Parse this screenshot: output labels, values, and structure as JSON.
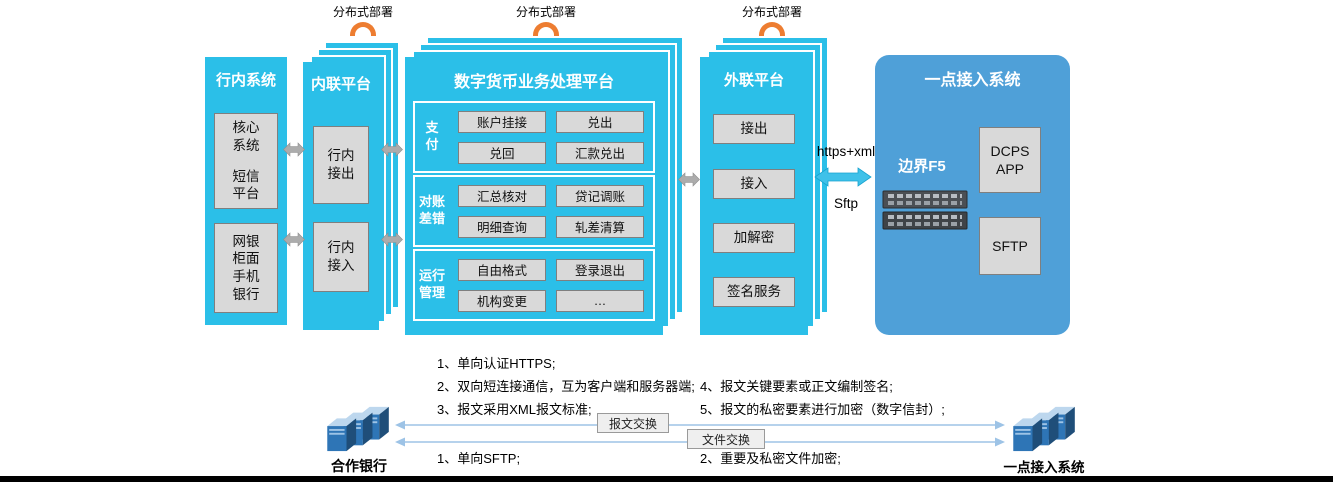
{
  "colors": {
    "cyan": "#2BBFE8",
    "blue": "#4FA0D8",
    "gray_box": "#D9D9D9",
    "orange": "#ED7D31",
    "flow_arrow": "#9DC3E6"
  },
  "deploy_labels": [
    "分布式部署",
    "分布式部署",
    "分布式部署"
  ],
  "inbank": {
    "title": "行内系统",
    "core_top": "核心系统",
    "core_bottom": "短信平台",
    "channels": "网银柜面手机银行"
  },
  "internal_platform": {
    "title": "内联平台",
    "box_out": "行内接出",
    "box_in": "行内接入"
  },
  "dcpp": {
    "title": "数字货币业务处理平台",
    "rows": [
      {
        "label": "支付",
        "buttons": [
          "账户挂接",
          "兑出",
          "兑回",
          "汇款兑出"
        ]
      },
      {
        "label": "对账差错",
        "buttons": [
          "汇总核对",
          "贷记调账",
          "明细查询",
          "轧差清算"
        ]
      },
      {
        "label": "运行管理",
        "buttons": [
          "自由格式",
          "登录退出",
          "机构变更",
          "…"
        ]
      }
    ]
  },
  "external_platform": {
    "title": "外联平台",
    "buttons": [
      "接出",
      "接入",
      "加解密",
      "签名服务"
    ]
  },
  "access_system": {
    "title": "一点接入系统",
    "f5": "边界F5",
    "apps": [
      "DCPS APP",
      "SFTP"
    ]
  },
  "links": {
    "top": "https+xml",
    "bottom": "Sftp"
  },
  "notes": {
    "https": [
      "1、单向认证HTTPS;",
      "2、双向短连接通信，互为客户端和服务器端;",
      "3、报文采用XML报文标准;"
    ],
    "message": [
      "4、报文关键要素或正文编制签名;",
      "5、报文的私密要素进行加密（数字信封）;"
    ],
    "sftp_left": "1、单向SFTP;",
    "sftp_right": "2、重要及私密文件加密;"
  },
  "exchanges": {
    "message": "报文交换",
    "file": "文件交换"
  },
  "endpoints": {
    "left": "合作银行",
    "right": "一点接入系统"
  }
}
